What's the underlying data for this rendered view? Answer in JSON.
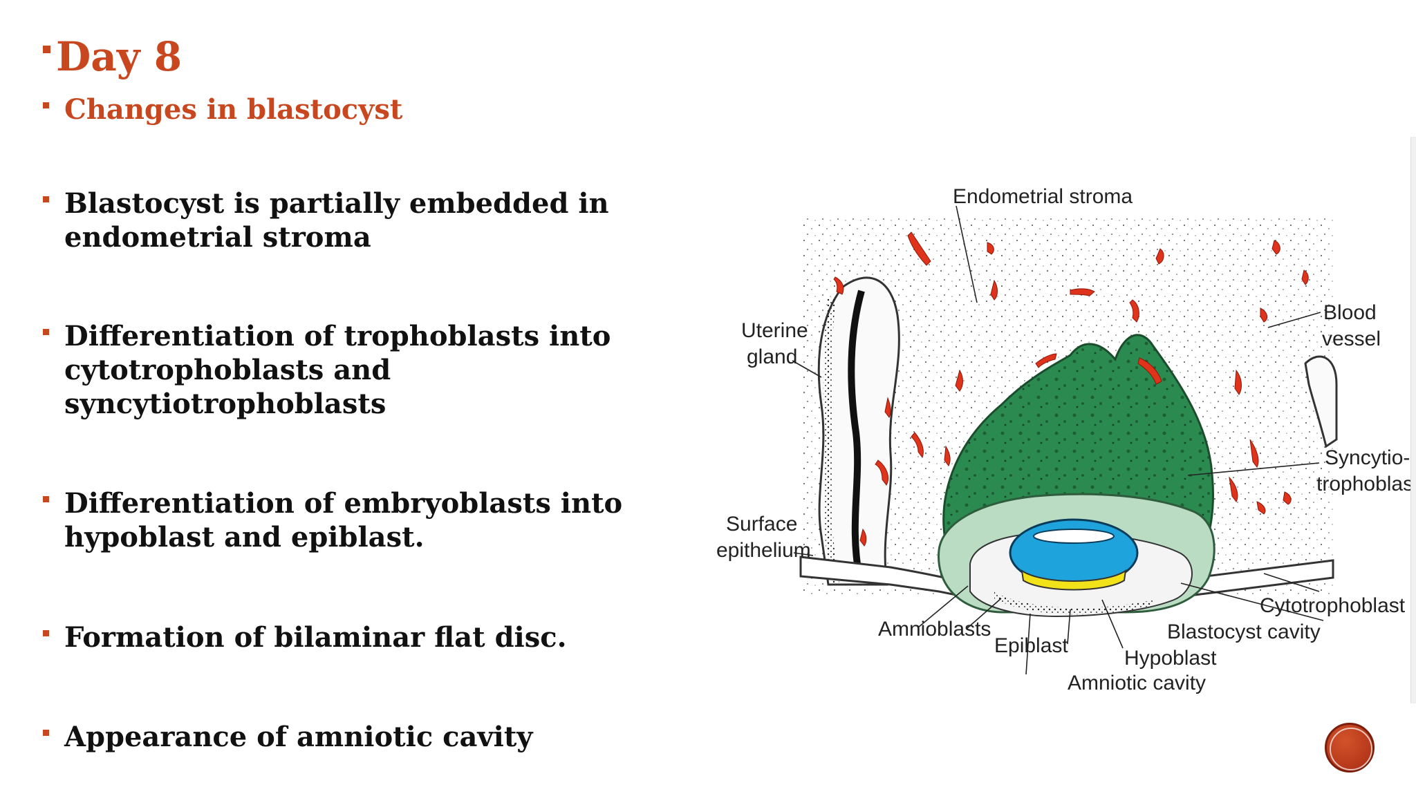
{
  "slide": {
    "title": "Day 8",
    "subtitle": "Changes in blastocyst",
    "points": [
      "Blastocyst is partially embedded in endometrial stroma",
      "Differentiation of trophoblasts into cytotrophoblasts and syncytiotrophoblasts",
      "Differentiation of embryoblasts into hypoblast and epiblast.",
      "Formation of bilaminar flat disc.",
      "Appearance of amniotic cavity"
    ]
  },
  "diagram": {
    "labels": {
      "endometrial_stroma": "Endometrial stroma",
      "uterine_gland_1": "Uterine",
      "uterine_gland_2": "gland",
      "blood_vessel_1": "Blood",
      "blood_vessel_2": "vessel",
      "syncytio_1": "Syncytio-",
      "syncytio_2": "trophoblast",
      "surface_epi_1": "Surface",
      "surface_epi_2": "epithelium",
      "cytotrophoblast": "Cytotrophoblast",
      "blastocyst_cavity": "Blastocyst cavity",
      "amnioblasts": "Amnioblasts",
      "epiblast": "Epiblast",
      "hypoblast": "Hypoblast",
      "amniotic_cavity": "Amniotic cavity"
    }
  },
  "colors": {
    "accent": "#c9471e",
    "text": "#111111",
    "syncytiotrophoblast": "#2a8a4f",
    "cytotrophoblast": "#b9dcc3",
    "epiblast": "#1fa3dc",
    "hypoblast": "#f2e21a",
    "blood": "#e0331c"
  }
}
